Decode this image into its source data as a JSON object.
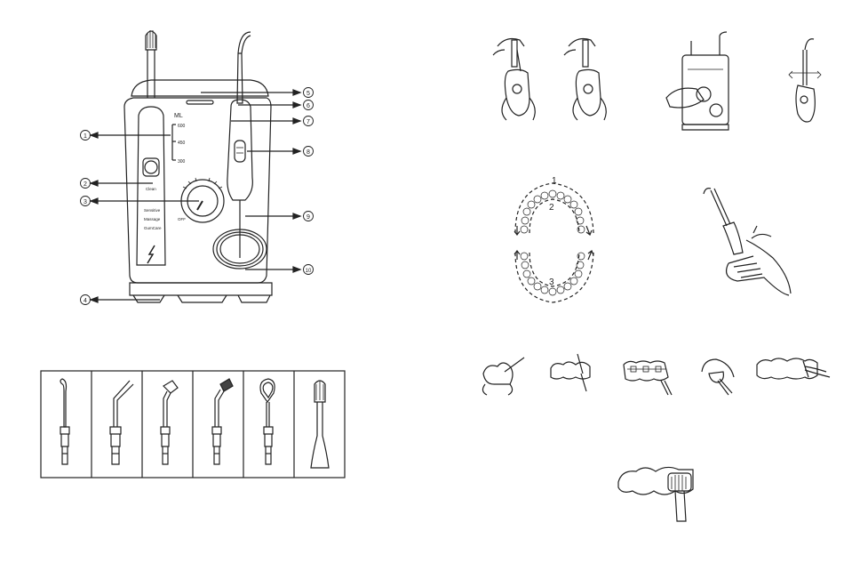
{
  "device": {
    "ml_unit": "ML",
    "ml_scale": [
      "600",
      "450",
      "300"
    ],
    "mode_labels": [
      "Clean",
      "Sensitive",
      "Massage",
      "GumCare"
    ],
    "off_label": "OFF",
    "callouts": [
      "1",
      "2",
      "3",
      "4",
      "5",
      "6",
      "7",
      "8",
      "9",
      "10"
    ]
  },
  "cleaning_path": {
    "labels": [
      "1",
      "2",
      "3"
    ]
  },
  "icons": {
    "power": "power-icon",
    "charge": "lightning-icon"
  }
}
